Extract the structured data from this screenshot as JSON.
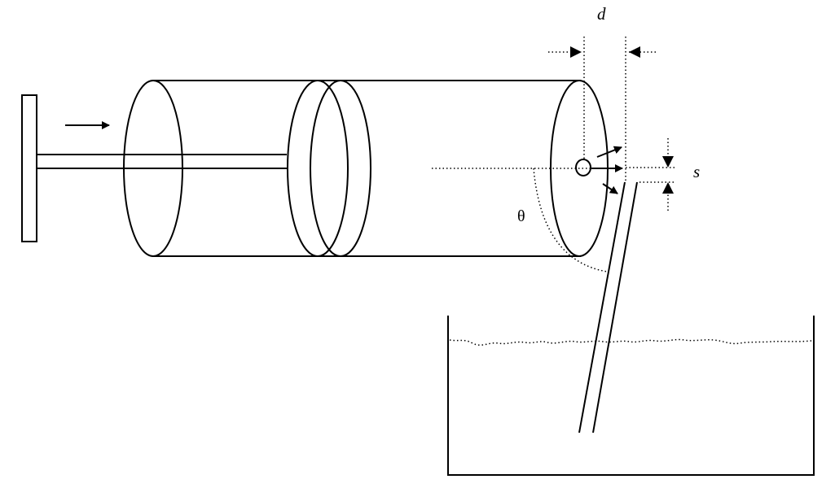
{
  "labels": {
    "d": "d",
    "s": "s",
    "theta": "θ"
  },
  "colors": {
    "line": "#000000",
    "background": "#ffffff"
  }
}
